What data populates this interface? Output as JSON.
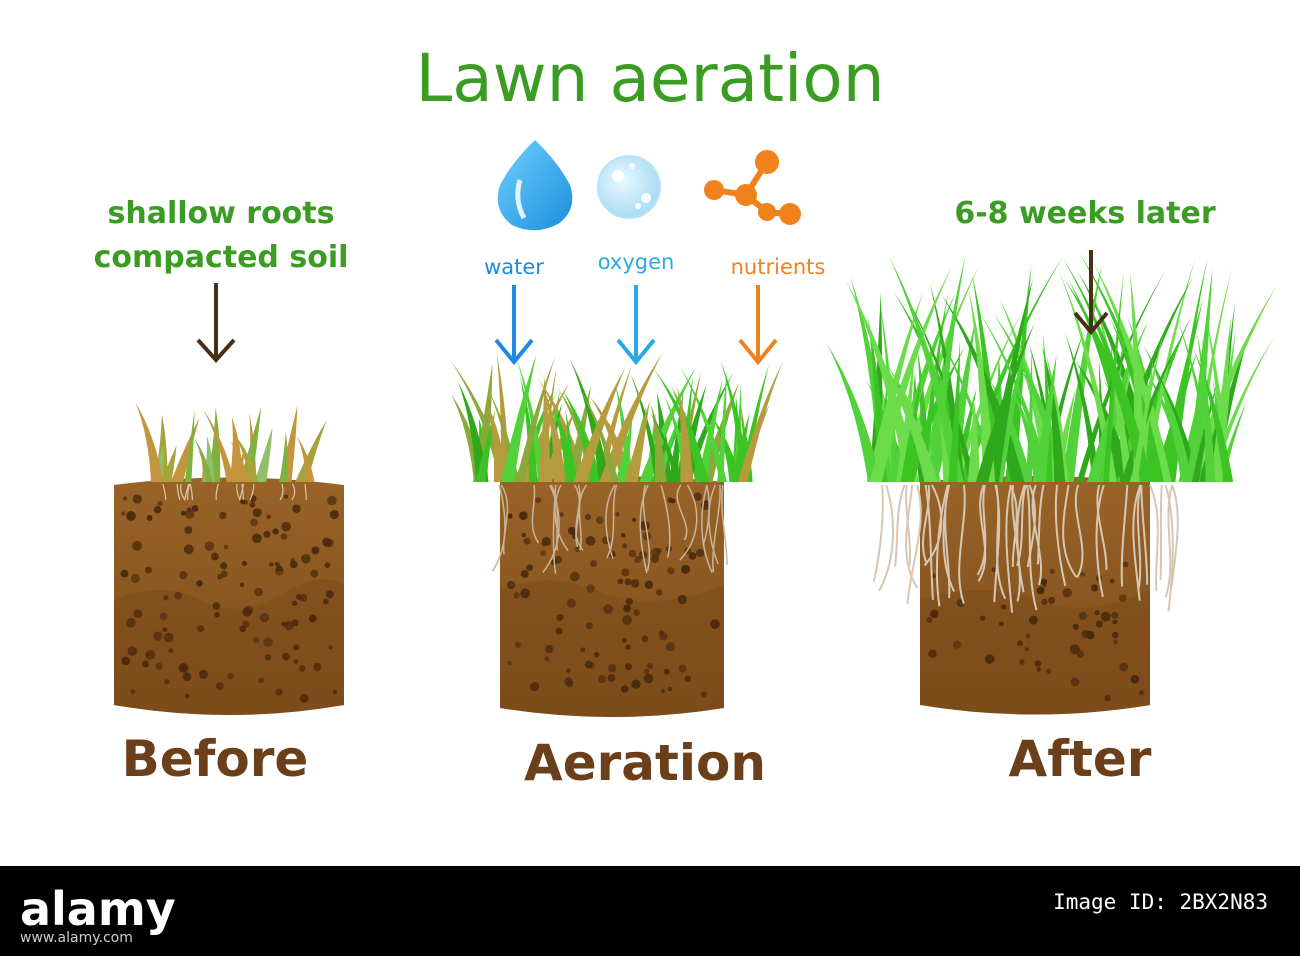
{
  "title": "Lawn aeration",
  "before": {
    "caption_line1": "shallow roots",
    "caption_line2": "compacted soil",
    "label": "Before"
  },
  "aeration": {
    "label": "Aeration",
    "inputs": [
      {
        "name": "water",
        "color": "#1e8ae6",
        "icon": "water-drop-icon"
      },
      {
        "name": "oxygen",
        "color": "#2aa9e6",
        "icon": "oxygen-bubble-icon"
      },
      {
        "name": "nutrients",
        "color": "#f0821e",
        "icon": "molecule-icon"
      }
    ]
  },
  "after": {
    "caption": "6-8 weeks later",
    "label": "After"
  },
  "colors": {
    "title": "#3a9c22",
    "soil": "#8a5a22",
    "soil_dark": "#7a4d1c",
    "grass": "#3cc424",
    "stage_label": "#6b3f1a",
    "arrow_brown": "#4a2f16"
  },
  "watermark": {
    "brand": "alamy",
    "image_id_label": "Image ID: 2BX2N83",
    "url": "www.alamy.com"
  }
}
